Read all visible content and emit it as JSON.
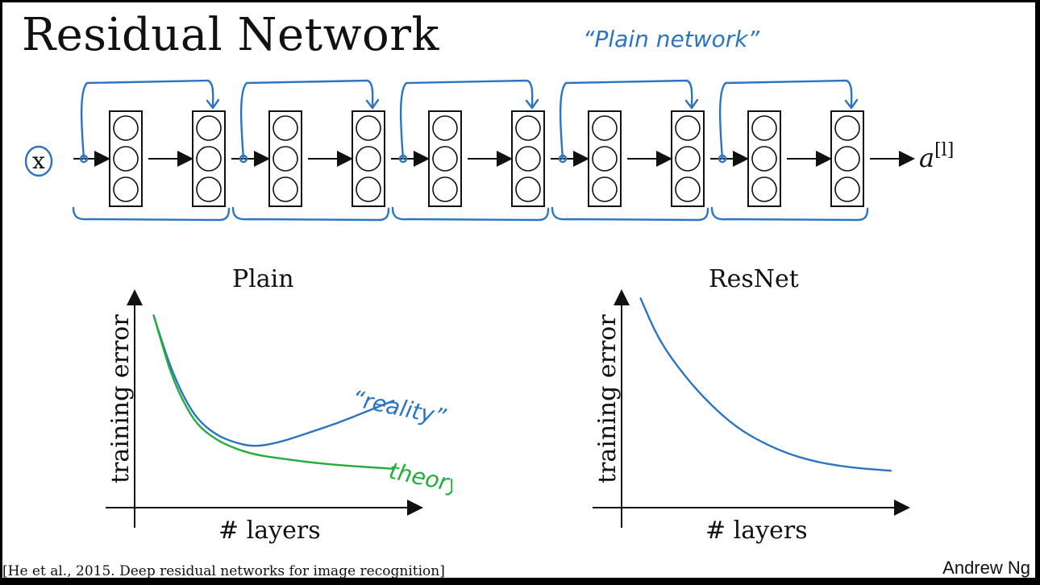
{
  "slide": {
    "title": "Residual Network",
    "annotation": "“Plain network”",
    "author": "Andrew Ng",
    "citation": "[He et al., 2015. Deep residual networks for image recognition]"
  },
  "network": {
    "input_label": "x",
    "output_label": "a",
    "output_superscript": "[l]",
    "block_count": 5,
    "layers_per_block": 2,
    "units_per_layer": 3
  },
  "colors": {
    "annotation_blue": "#2b74c4",
    "theory_green": "#22ad3c",
    "ink": "#111111"
  },
  "chart_data": [
    {
      "type": "line",
      "title": "Plain",
      "xlabel": "# layers",
      "ylabel": "training error",
      "xlim": [
        0,
        10
      ],
      "ylim": [
        0,
        10
      ],
      "series": [
        {
          "name": "“reality”",
          "color": "#2b74c4",
          "x": [
            0.3,
            0.6,
            1.0,
            1.5,
            2.0,
            2.7,
            3.4,
            4.2,
            5.2,
            6.3,
            7.4,
            8.5,
            9.6
          ],
          "y": [
            9.3,
            8.0,
            6.4,
            4.9,
            3.8,
            3.0,
            2.6,
            2.35,
            2.6,
            3.1,
            3.6,
            4.2,
            4.8
          ]
        },
        {
          "name": "theory",
          "color": "#22ad3c",
          "x": [
            0.3,
            0.6,
            1.0,
            1.5,
            2.0,
            2.7,
            3.4,
            4.2,
            5.2,
            6.3,
            7.4,
            8.5,
            9.6
          ],
          "y": [
            9.3,
            7.9,
            6.1,
            4.6,
            3.5,
            2.75,
            2.3,
            1.95,
            1.75,
            1.55,
            1.4,
            1.3,
            1.2
          ]
        }
      ]
    },
    {
      "type": "line",
      "title": "ResNet",
      "xlabel": "# layers",
      "ylabel": "training error",
      "xlim": [
        0,
        10
      ],
      "ylim": [
        0,
        10
      ],
      "series": [
        {
          "color": "#2b74c4",
          "x": [
            0.3,
            1.0,
            2.0,
            3.0,
            4.0,
            5.0,
            6.0,
            7.0,
            8.0,
            9.0,
            10.0
          ],
          "y": [
            10.2,
            8.0,
            6.1,
            4.6,
            3.4,
            2.6,
            2.0,
            1.6,
            1.35,
            1.2,
            1.1
          ]
        }
      ]
    }
  ]
}
